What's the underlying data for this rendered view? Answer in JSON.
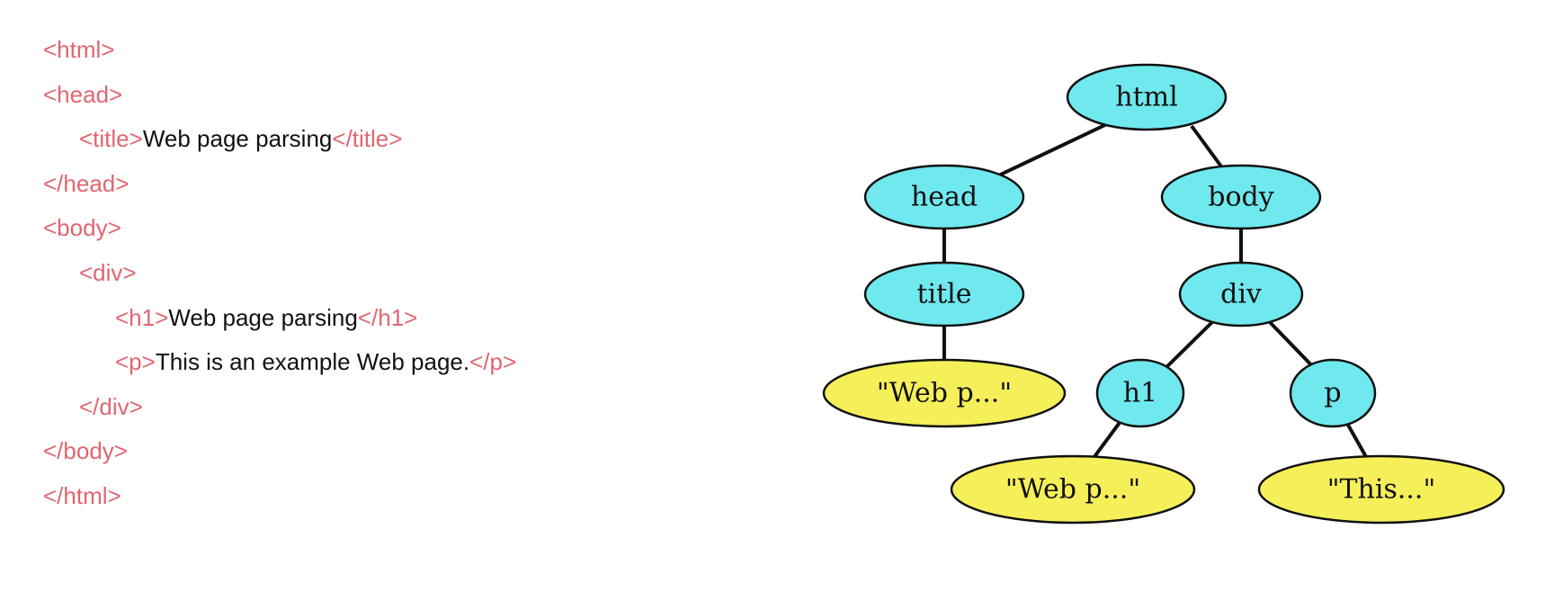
{
  "code": {
    "line1": "<html>",
    "line2": "<head>",
    "line3_open": "<title>",
    "line3_text": "Web page parsing",
    "line3_close": "</title>",
    "line4": "</head>",
    "line5": "<body>",
    "line6": "<div>",
    "line7_open": "<h1>",
    "line7_text": "Web page parsing",
    "line7_close": "</h1>",
    "line8_open": "<p>",
    "line8_text": "This is an example Web page.",
    "line8_close": "</p>",
    "line9": "</div>",
    "line10": "</body>",
    "line11": "</html>"
  },
  "tree": {
    "colors": {
      "element": "#6fe8ee",
      "text": "#f5f05a",
      "tag_text": "#e06670"
    },
    "nodes": {
      "html": "html",
      "head": "head",
      "body": "body",
      "title": "title",
      "div": "div",
      "title_text": "\"Web p...\"",
      "h1": "h1",
      "p": "p",
      "h1_text": "\"Web p...\"",
      "p_text": "\"This...\""
    }
  }
}
